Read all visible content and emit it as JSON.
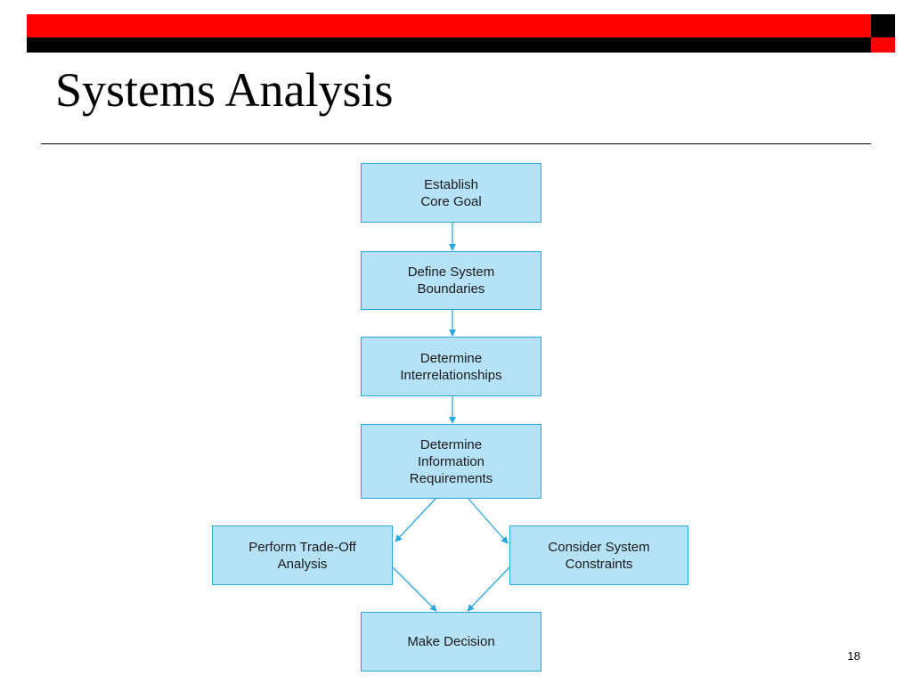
{
  "slide": {
    "title": "Systems Analysis",
    "page_number": "18"
  },
  "flowchart": {
    "nodes": [
      {
        "id": "establish-core-goal",
        "label": "Establish\nCore Goal"
      },
      {
        "id": "define-system-boundaries",
        "label": "Define System\nBoundaries"
      },
      {
        "id": "determine-interrelationships",
        "label": "Determine\nInterrelationships"
      },
      {
        "id": "determine-information-requirements",
        "label": "Determine\nInformation\nRequirements"
      },
      {
        "id": "perform-trade-off-analysis",
        "label": "Perform Trade-Off\nAnalysis"
      },
      {
        "id": "consider-system-constraints",
        "label": "Consider System\nConstraints"
      },
      {
        "id": "make-decision",
        "label": "Make Decision"
      }
    ],
    "edges": [
      {
        "from": "establish-core-goal",
        "to": "define-system-boundaries"
      },
      {
        "from": "define-system-boundaries",
        "to": "determine-interrelationships"
      },
      {
        "from": "determine-interrelationships",
        "to": "determine-information-requirements"
      },
      {
        "from": "determine-information-requirements",
        "to": "perform-trade-off-analysis"
      },
      {
        "from": "determine-information-requirements",
        "to": "consider-system-constraints"
      },
      {
        "from": "perform-trade-off-analysis",
        "to": "make-decision"
      },
      {
        "from": "consider-system-constraints",
        "to": "make-decision"
      }
    ]
  },
  "colors": {
    "banner_red": "#ff0000",
    "banner_black": "#000000",
    "box_fill": "#b5e2f8",
    "box_border": "#2aa9e0",
    "arrow": "#2aa9e0"
  }
}
